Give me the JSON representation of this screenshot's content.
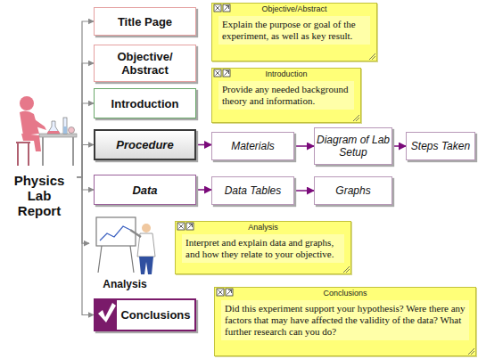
{
  "diagram": {
    "nodes": [
      {
        "text": [
          "Physics Lab Report"
        ]
      },
      {
        "text": [
          "Title Page"
        ]
      },
      {
        "text": [
          "Objective/Abstract",
          "Explain the purpose or goal of the experiment, as well as key result."
        ]
      },
      {
        "text": [
          "Objective/ Abstract"
        ]
      },
      {
        "text": [
          "Introduction"
        ]
      },
      {
        "text": [
          "Introduction",
          "Provide any needed background theory and information."
        ]
      },
      {
        "text": [
          "Procedure"
        ]
      },
      {
        "text": [
          "Materials"
        ]
      },
      {
        "text": [
          "Diagram of Lab Setup"
        ]
      },
      {
        "text": [
          "Steps Taken"
        ]
      },
      {
        "text": [
          "Data"
        ]
      },
      {
        "text": [
          "Data Tables"
        ]
      },
      {
        "text": [
          "Graphs"
        ]
      },
      {
        "text": [
          "Analysis"
        ]
      },
      {
        "text": [
          "Analysis",
          "Interpret and explain data and graphs, and how they relate to your objective."
        ]
      },
      {
        "text": [
          "Conclusions"
        ]
      },
      {
        "text": [
          "Conclusions",
          "Did this experiment support your hypothesis? Were there any factors that may have affected the validity of the data? What further research can you do?"
        ]
      }
    ],
    "edges": [
      {
        "from": 0,
        "to": 1,
        "arrow": "to"
      },
      {
        "from": 0,
        "to": 3,
        "arrow": "to"
      },
      {
        "from": 0,
        "to": 4,
        "arrow": "to"
      },
      {
        "from": 0,
        "to": 6,
        "arrow": "to"
      },
      {
        "from": 0,
        "to": 10,
        "arrow": "to"
      },
      {
        "from": 0,
        "to": 13,
        "arrow": "to"
      },
      {
        "from": 0,
        "to": 15,
        "arrow": "to"
      },
      {
        "from": 6,
        "to": 7,
        "arrow": "to"
      },
      {
        "from": 7,
        "to": 8,
        "arrow": "to"
      },
      {
        "from": 8,
        "to": 9,
        "arrow": "to"
      },
      {
        "from": 10,
        "to": 11,
        "arrow": "to"
      },
      {
        "from": 11,
        "to": 12,
        "arrow": "to"
      }
    ]
  }
}
